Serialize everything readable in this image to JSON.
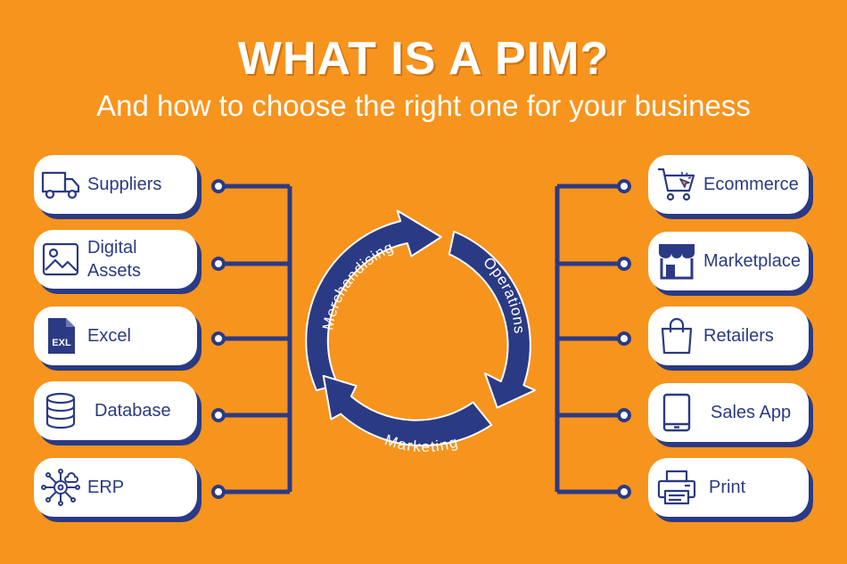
{
  "header": {
    "title": "WHAT IS A PIM?",
    "subtitle": "And how to choose the right one for your business"
  },
  "colors": {
    "background": "#F7941D",
    "navy": "#2B3A84",
    "card": "#FFFFFF"
  },
  "sources": [
    {
      "label": "Suppliers",
      "icon": "truck-icon"
    },
    {
      "label": "Digital Assets",
      "icon": "image-icon"
    },
    {
      "label": "Excel",
      "icon": "excel-file-icon",
      "icon_text": "EXL"
    },
    {
      "label": "Database",
      "icon": "database-icon"
    },
    {
      "label": "ERP",
      "icon": "erp-network-icon"
    }
  ],
  "channels": [
    {
      "label": "Ecommerce",
      "icon": "shopping-cart-icon"
    },
    {
      "label": "Marketplace",
      "icon": "storefront-icon"
    },
    {
      "label": "Retailers",
      "icon": "shopping-bag-icon"
    },
    {
      "label": "Sales App",
      "icon": "tablet-icon"
    },
    {
      "label": "Print",
      "icon": "printer-icon"
    }
  ],
  "cycle": {
    "steps": [
      "Merchandising",
      "Operations",
      "Marketing"
    ]
  }
}
